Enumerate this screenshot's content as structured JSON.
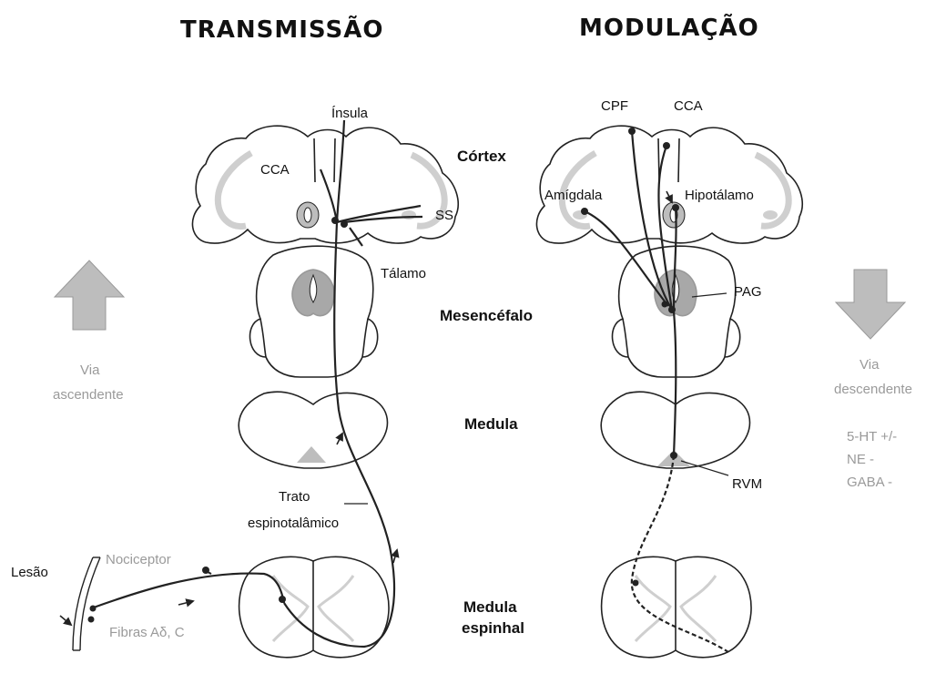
{
  "titles": {
    "left": "TRANSMISSÃO",
    "right": "MODULAÇÃO"
  },
  "regions": {
    "cortex": "Córtex",
    "mesencefalo": "Mesencéfalo",
    "medula": "Medula",
    "medula_espinhal_1": "Medula",
    "medula_espinhal_2": "espinhal"
  },
  "left_labels": {
    "insula": "Ínsula",
    "cca": "CCA",
    "ss": "SS",
    "talamo": "Tálamo",
    "trato_1": "Trato",
    "trato_2": "espinotalâmico",
    "nociceptor": "Nociceptor",
    "lesao": "Lesão",
    "fibras": "Fibras Aδ, C"
  },
  "right_labels": {
    "cpf": "CPF",
    "cca": "CCA",
    "amigdala": "Amígdala",
    "hipotalamo": "Hipotálamo",
    "pag": "PAG",
    "rvm": "RVM"
  },
  "side": {
    "via_asc_1": "Via",
    "via_asc_2": "ascendente",
    "via_desc_1": "Via",
    "via_desc_2": "descendente",
    "nt_1": "5-HT +/-",
    "nt_2": "NE -",
    "nt_3": "GABA -"
  },
  "colors": {
    "outline": "#222222",
    "grey_fill": "#a8a8a8",
    "grey_light": "#d4d4d4",
    "arrow": "#bdbdbd"
  }
}
